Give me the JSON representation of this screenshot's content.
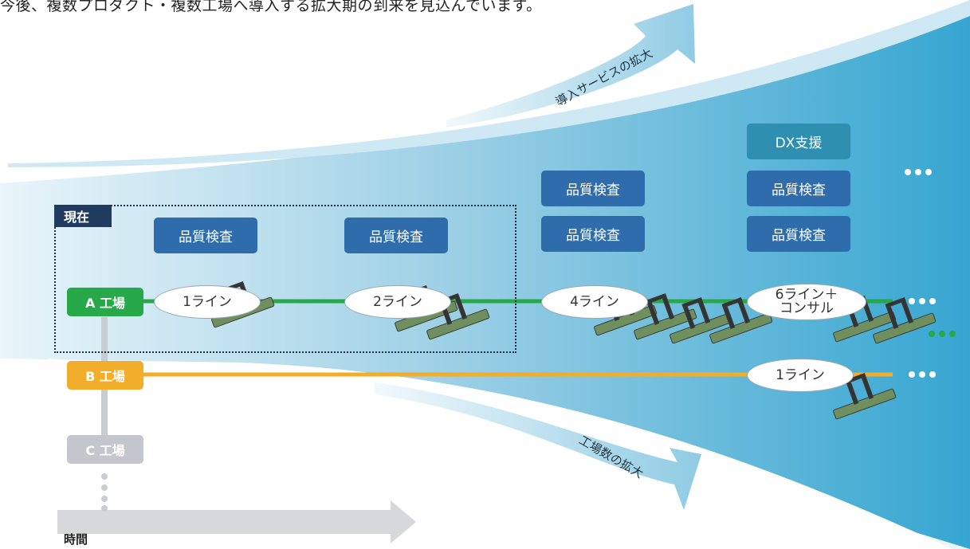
{
  "headline": "今後、複数プロダクト・複数工場へ導入する拡大期の到来を見込んでいます。",
  "arrow_labels": {
    "services": "導入サービスの拡大",
    "factories": "工場数の拡大"
  },
  "current_tag": "現在",
  "service_boxes": {
    "dx_support": "DX支援",
    "quality_inspection": "品質検査"
  },
  "factories": [
    {
      "label": "A 工場",
      "color": "#27a94a"
    },
    {
      "label": "B 工場",
      "color": "#f2ad2b"
    },
    {
      "label": "C 工場",
      "color": "#c3c6cc"
    }
  ],
  "lines": {
    "a1": "1ライン",
    "a2": "2ライン",
    "a3": "4ライン",
    "a4_1": "6ライン＋",
    "a4_2": "コンサル",
    "b1": "1ライン"
  },
  "time_label": "時間",
  "colors": {
    "fan_light": "#d8eef7",
    "fan_mid": "#89c8e2",
    "fan_dark": "#3aa8d2",
    "box_blue": "#2f6cac",
    "box_teal": "#2e8fb0",
    "frame": "#1e2f45",
    "axis": "#d6d8dc"
  },
  "icons": [
    "production-line-icon",
    "ellipsis-icon"
  ]
}
